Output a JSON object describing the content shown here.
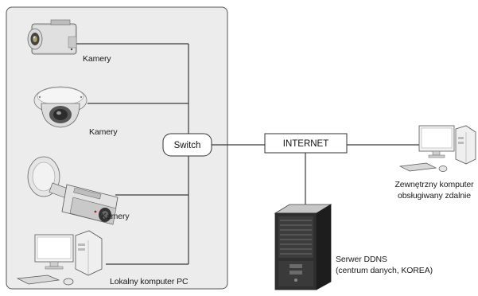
{
  "labels": {
    "camera1": "Kamery",
    "camera2": "Kamery",
    "camera3": "Kamery",
    "local_pc": "Lokalny komputer PC",
    "switch": "Switch",
    "internet": "INTERNET",
    "external_pc_line1": "Zewnętrzny komputer",
    "external_pc_line2": "obsługiwany zdalnie",
    "ddns_line1": "Serwer DDNS",
    "ddns_line2": "(centrum danych, KOREA)"
  },
  "colors": {
    "local_panel_fill": "#ececec",
    "line": "#3a3a3a"
  }
}
